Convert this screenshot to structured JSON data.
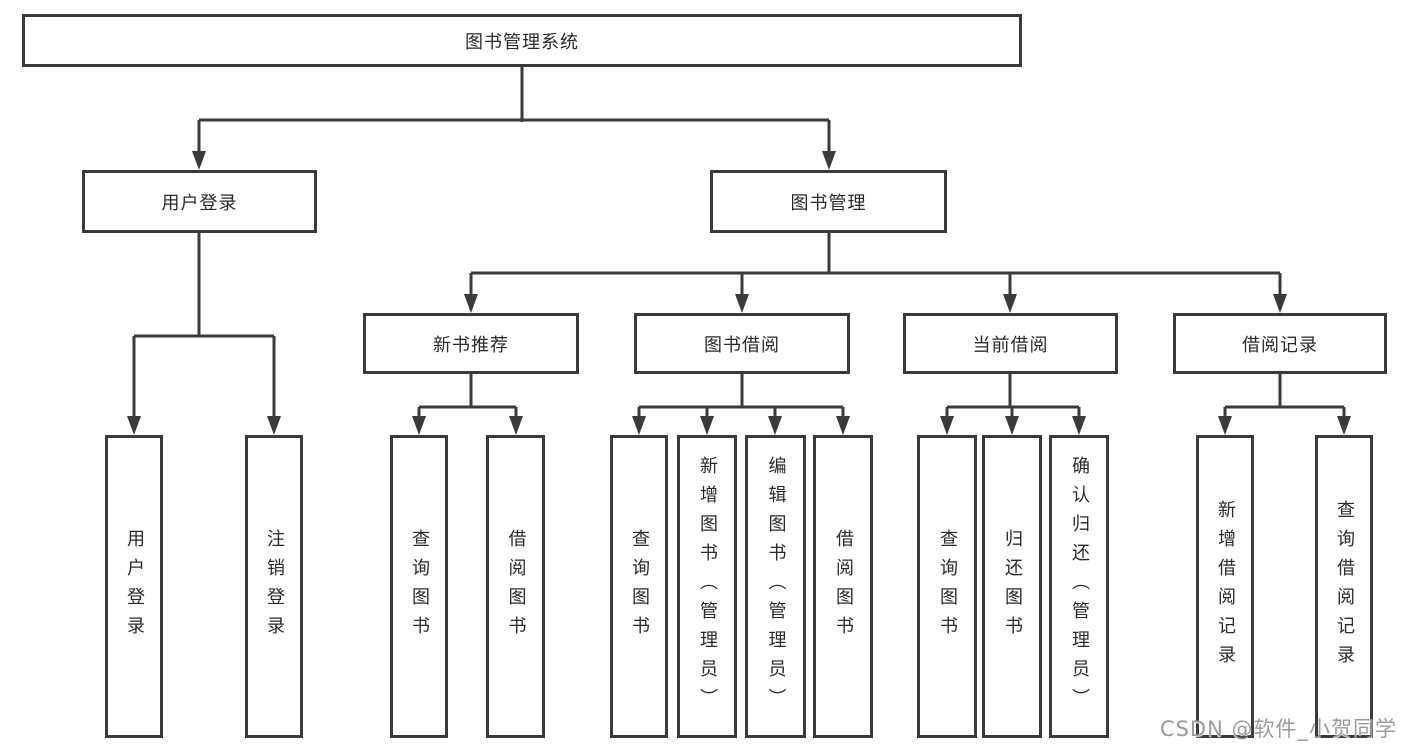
{
  "tree": {
    "label": "图书管理系统",
    "children": [
      {
        "label": "用户登录",
        "children": [
          {
            "label": "用户登录"
          },
          {
            "label": "注销登录"
          }
        ]
      },
      {
        "label": "图书管理",
        "children": [
          {
            "label": "新书推荐",
            "children": [
              {
                "label": "查询图书"
              },
              {
                "label": "借阅图书"
              }
            ]
          },
          {
            "label": "图书借阅",
            "children": [
              {
                "label": "查询图书"
              },
              {
                "label": "新增图书（管理员）"
              },
              {
                "label": "编辑图书（管理员）"
              },
              {
                "label": "借阅图书"
              }
            ]
          },
          {
            "label": "当前借阅",
            "children": [
              {
                "label": "查询图书"
              },
              {
                "label": "归还图书"
              },
              {
                "label": "确认归还（管理员）"
              }
            ]
          },
          {
            "label": "借阅记录",
            "children": [
              {
                "label": "新增借阅记录"
              },
              {
                "label": "查询借阅记录"
              }
            ]
          }
        ]
      }
    ]
  },
  "watermark": "CSDN @软件_小贺同学",
  "colors": {
    "line": "#3a3a3a",
    "text": "#2a2a2a",
    "background": "#ffffff",
    "watermark": "#9b9b9b"
  }
}
